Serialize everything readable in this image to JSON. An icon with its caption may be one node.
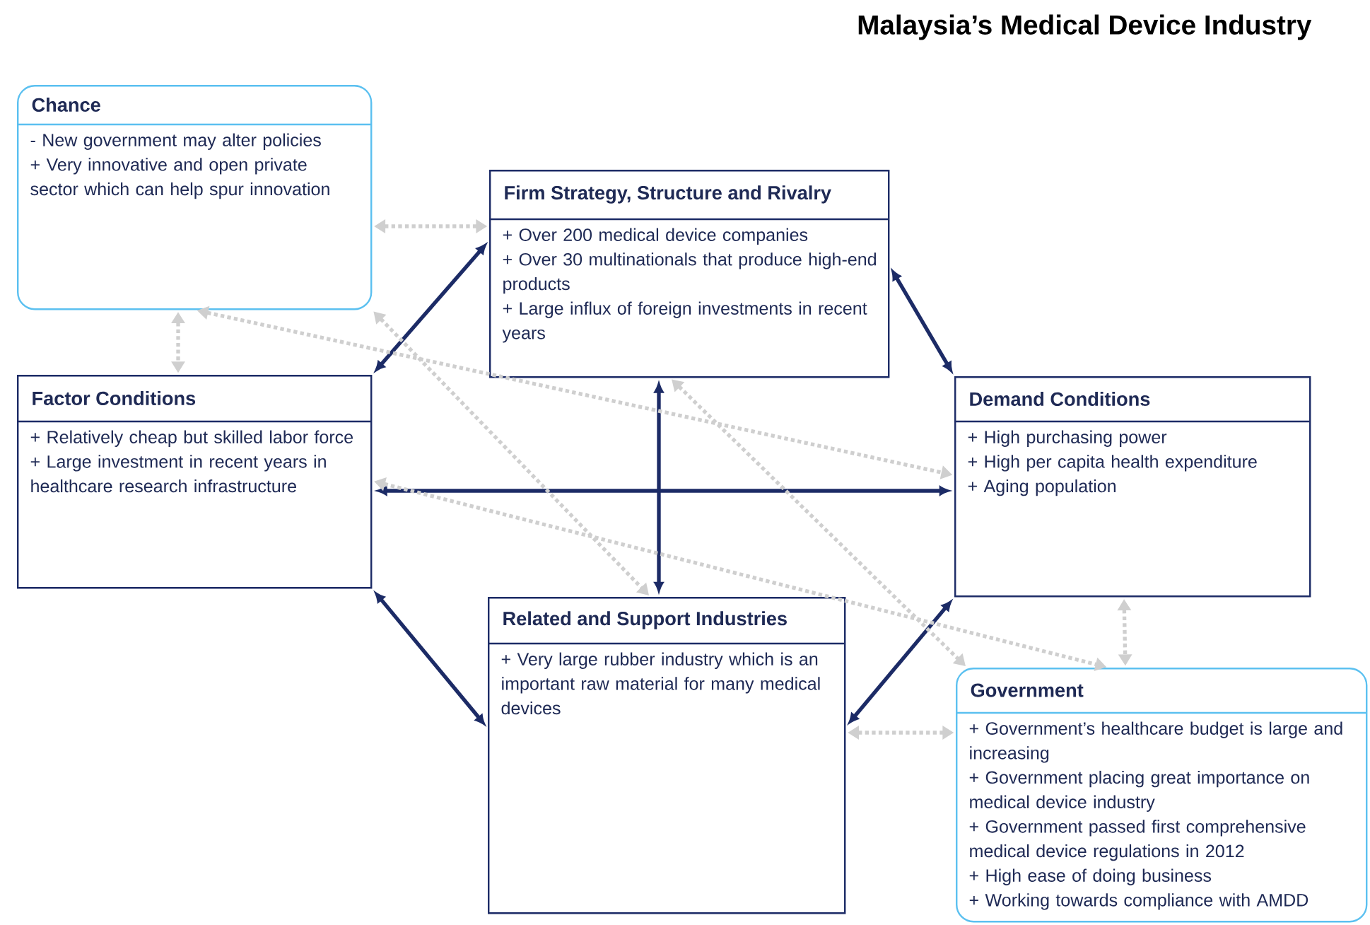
{
  "diagram": {
    "title": "Malaysia’s Medical Device Industry",
    "nodes": [
      {
        "text": [
          "Chance",
          "- New government may alter policies",
          "+ Very innovative and open private sector which can help spur innovation"
        ]
      },
      {
        "text": [
          "Firm Strategy, Structure and Rivalry",
          "+ Over 200 medical device companies",
          "+ Over 30 multinationals that produce high-end products",
          "+ Large influx of foreign investments in recent years"
        ]
      },
      {
        "text": [
          "Factor Conditions",
          "+ Relatively cheap but skilled labor force",
          "+ Large investment in recent years in healthcare research infrastructure"
        ]
      },
      {
        "text": [
          "Demand Conditions",
          "+ High purchasing power",
          "+ High per capita health expenditure",
          "+ Aging population"
        ]
      },
      {
        "text": [
          "Related and Support Industries",
          "+ Very large rubber industry which is an important raw material for many medical devices"
        ]
      },
      {
        "text": [
          "Government",
          "+ Government’s healthcare budget is large and increasing",
          "+ Government placing great importance on medical device industry",
          "+ Government passed first comprehensive medical device regulations in 2012",
          "+ High ease of doing business",
          "+ Working towards compliance with AMDD"
        ]
      }
    ],
    "edges": [
      {
        "from": 2,
        "to": 1,
        "arrow": "both",
        "color": "#1c2b66"
      },
      {
        "from": 1,
        "to": 3,
        "arrow": "both",
        "color": "#1c2b66"
      },
      {
        "from": 2,
        "to": 3,
        "arrow": "both",
        "color": "#1c2b66"
      },
      {
        "from": 1,
        "to": 4,
        "arrow": "both",
        "color": "#1c2b66"
      },
      {
        "from": 2,
        "to": 4,
        "arrow": "both",
        "color": "#1c2b66"
      },
      {
        "from": 4,
        "to": 3,
        "arrow": "both",
        "color": "#1c2b66"
      },
      {
        "from": 0,
        "to": 1,
        "arrow": "both",
        "style": "dashed"
      },
      {
        "from": 0,
        "to": 2,
        "arrow": "both",
        "style": "dashed"
      },
      {
        "from": 0,
        "to": 3,
        "arrow": "both",
        "style": "dashed"
      },
      {
        "from": 0,
        "to": 4,
        "arrow": "both",
        "style": "dashed"
      },
      {
        "from": 1,
        "to": 5,
        "arrow": "both",
        "style": "dashed"
      },
      {
        "from": 2,
        "to": 5,
        "arrow": "both",
        "style": "dashed"
      },
      {
        "from": 3,
        "to": 5,
        "arrow": "both",
        "style": "dashed"
      },
      {
        "from": 4,
        "to": 5,
        "arrow": "both",
        "style": "dashed"
      }
    ]
  }
}
